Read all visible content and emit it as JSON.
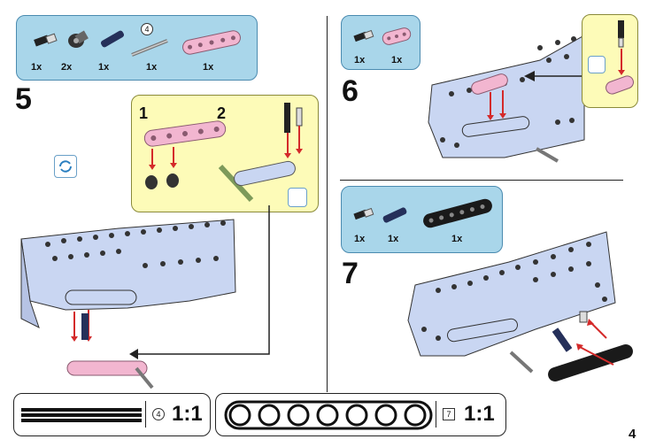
{
  "page_number": "4",
  "steps": [
    {
      "number": "5",
      "parts": [
        {
          "icon": "pin-with-friction-icon",
          "qty": "1x"
        },
        {
          "icon": "axle-connector-icon",
          "qty": "2x"
        },
        {
          "icon": "axle-pin-blue-icon",
          "qty": "1x"
        },
        {
          "icon": "axle-4-icon",
          "qty": "1x",
          "length": "4"
        },
        {
          "icon": "beam-5-pink-icon",
          "qty": "1x"
        }
      ],
      "substeps": [
        "1",
        "2"
      ]
    },
    {
      "number": "6",
      "parts": [
        {
          "icon": "pin-with-friction-icon",
          "qty": "1x"
        },
        {
          "icon": "beam-3-pink-icon",
          "qty": "1x"
        }
      ]
    },
    {
      "number": "7",
      "parts": [
        {
          "icon": "pin-with-friction-icon",
          "qty": "1x"
        },
        {
          "icon": "axle-pin-blue-icon",
          "qty": "1x"
        },
        {
          "icon": "beam-7-black-icon",
          "qty": "1x"
        }
      ]
    }
  ],
  "rulers": [
    {
      "icon": "axle-4-icon",
      "length": "4",
      "scale": "1:1"
    },
    {
      "icon": "beam-7-icon",
      "length": "7",
      "scale": "1:1"
    }
  ],
  "colors": {
    "parts_box": "#a9d6ea",
    "callout": "#fdfbb8",
    "model": "#c9d6f2",
    "pink": "#f2b6d0",
    "arrow": "#d42a2a",
    "black": "#1a1a1a",
    "blue_pin": "#25305a"
  }
}
